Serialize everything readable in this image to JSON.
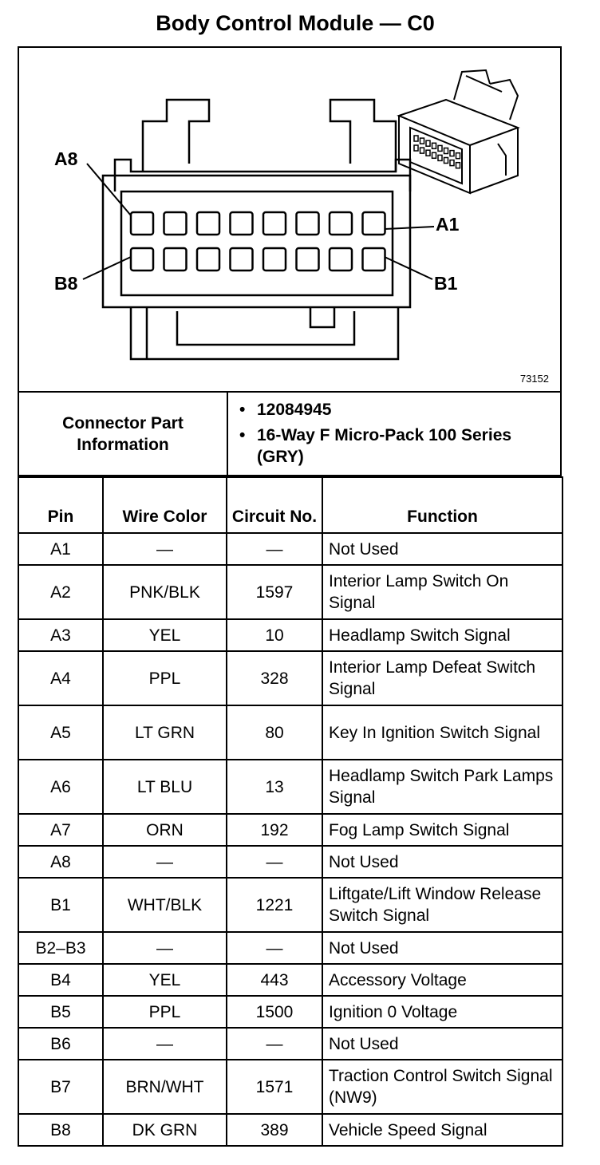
{
  "title": "Body Control Module — C0",
  "diagram": {
    "figure_number": "73152",
    "labels": {
      "a8": "A8",
      "a1": "A1",
      "b8": "B8",
      "b1": "B1"
    }
  },
  "connector_info": {
    "label": "Connector Part Information",
    "items": [
      "12084945",
      "16-Way F Micro-Pack 100 Series (GRY)"
    ]
  },
  "table": {
    "headers": {
      "pin": "Pin",
      "wire_color": "Wire Color",
      "circuit_no": "Circuit No.",
      "function": "Function"
    },
    "rows": [
      {
        "pin": "A1",
        "wire": "—",
        "circuit": "—",
        "function": "Not Used"
      },
      {
        "pin": "A2",
        "wire": "PNK/BLK",
        "circuit": "1597",
        "function": "Interior Lamp Switch On Signal"
      },
      {
        "pin": "A3",
        "wire": "YEL",
        "circuit": "10",
        "function": "Headlamp Switch Signal"
      },
      {
        "pin": "A4",
        "wire": "PPL",
        "circuit": "328",
        "function": "Interior Lamp Defeat Switch Signal"
      },
      {
        "pin": "A5",
        "wire": "LT GRN",
        "circuit": "80",
        "function": "Key In Ignition Switch Signal"
      },
      {
        "pin": "A6",
        "wire": "LT BLU",
        "circuit": "13",
        "function": "Headlamp Switch Park Lamps Signal"
      },
      {
        "pin": "A7",
        "wire": "ORN",
        "circuit": "192",
        "function": "Fog Lamp Switch Signal"
      },
      {
        "pin": "A8",
        "wire": "—",
        "circuit": "—",
        "function": "Not Used"
      },
      {
        "pin": "B1",
        "wire": "WHT/BLK",
        "circuit": "1221",
        "function": "Liftgate/Lift Window Release Switch Signal"
      },
      {
        "pin": "B2–B3",
        "wire": "—",
        "circuit": "—",
        "function": "Not Used"
      },
      {
        "pin": "B4",
        "wire": "YEL",
        "circuit": "443",
        "function": "Accessory Voltage"
      },
      {
        "pin": "B5",
        "wire": "PPL",
        "circuit": "1500",
        "function": "Ignition 0 Voltage"
      },
      {
        "pin": "B6",
        "wire": "—",
        "circuit": "—",
        "function": "Not Used"
      },
      {
        "pin": "B7",
        "wire": "BRN/WHT",
        "circuit": "1571",
        "function": "Traction Control Switch Signal (NW9)"
      },
      {
        "pin": "B8",
        "wire": "DK GRN",
        "circuit": "389",
        "function": "Vehicle Speed Signal"
      }
    ]
  }
}
